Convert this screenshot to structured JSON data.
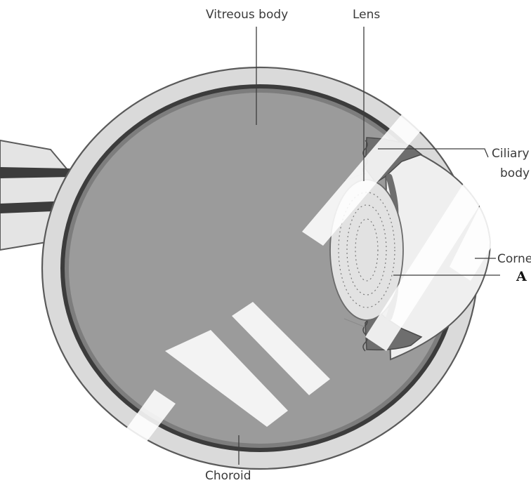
{
  "diagram": {
    "labels": {
      "vitreous_body": "Vitreous body",
      "lens": "Lens",
      "ciliary_line1": "Ciliary",
      "ciliary_line2": "body",
      "cornea": "Cornea",
      "marker_a": "A",
      "choroid": "Choroid"
    },
    "colors": {
      "sclera": "#dadada",
      "outline": "#5a5a5a",
      "vitreous": "#9b9b9b",
      "choroid": "#3c3c3c",
      "lens": "#e2e2e2",
      "cornea": "#efefef",
      "iris": "#6e6e6e",
      "watermark": "#ffffff"
    }
  }
}
